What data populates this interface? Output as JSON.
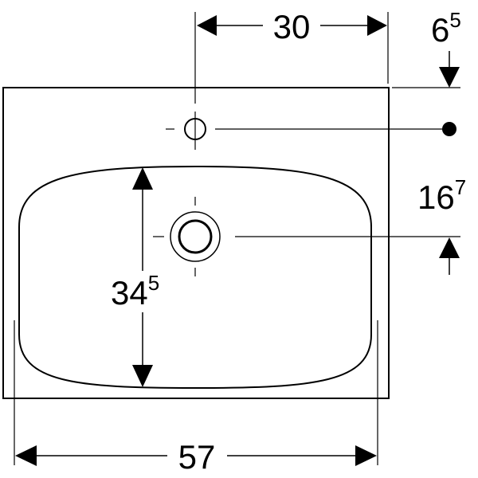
{
  "colors": {
    "line": "#000000",
    "background": "#ffffff"
  },
  "dimensions": {
    "top_width": {
      "main": "30",
      "sup": ""
    },
    "tap_hole_offset": {
      "main": "6",
      "sup": "5"
    },
    "drain_offset": {
      "main": "16",
      "sup": "7"
    },
    "bowl_depth": {
      "main": "34",
      "sup": "5"
    },
    "overall_width": {
      "main": "57",
      "sup": ""
    }
  }
}
